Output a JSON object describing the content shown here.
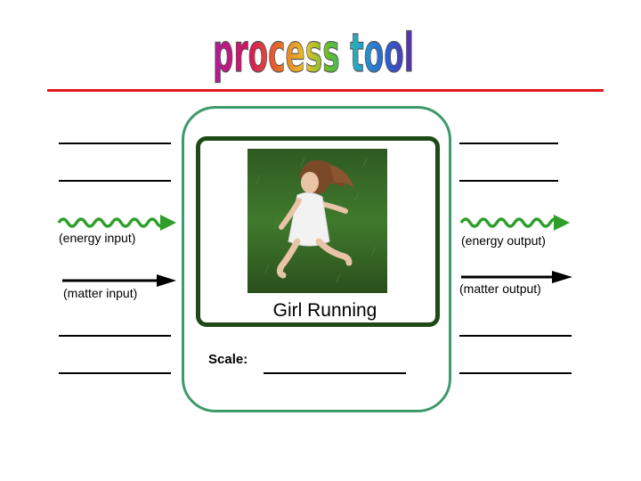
{
  "title": "process tool",
  "colors": {
    "title_rule": "#e01818",
    "outer_box": "#3f9a6b",
    "inner_box": "#1f4a18",
    "energy_wave": "#2e9e2a",
    "matter_arrow": "#000000"
  },
  "process": {
    "label": "Girl Running",
    "image": "photo of a girl running on grass"
  },
  "scale": {
    "label": "Scale:",
    "value": ""
  },
  "inputs": {
    "energy_label": "(energy input)",
    "matter_label": "(matter input)"
  },
  "outputs": {
    "energy_label": "(energy output)",
    "matter_label": "(matter output)"
  }
}
